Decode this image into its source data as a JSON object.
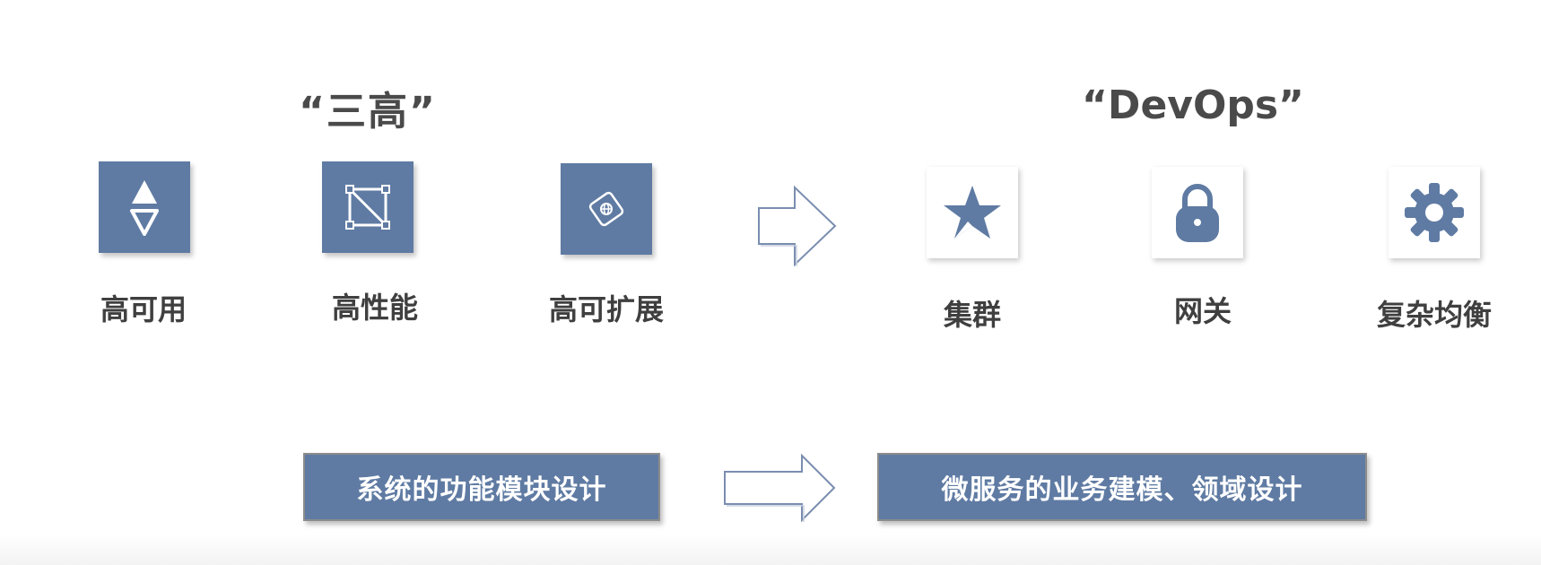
{
  "headings": {
    "three_highs": "“三高”",
    "devops": "“DevOps”"
  },
  "left_items": [
    {
      "label": "高可用",
      "icon": "up-down-triangles-icon"
    },
    {
      "label": "高性能",
      "icon": "crop-frame-icon"
    },
    {
      "label": "高可扩展",
      "icon": "tag-globe-icon"
    }
  ],
  "right_items": [
    {
      "label": "集群",
      "icon": "star-icon"
    },
    {
      "label": "网关",
      "icon": "lock-icon"
    },
    {
      "label": "复杂均衡",
      "icon": "gear-icon"
    }
  ],
  "banners": {
    "left": "系统的功能模块设计",
    "right": "微服务的业务建模、领域设计"
  },
  "colors": {
    "accent": "#5f7ba3",
    "text": "#3f3f3f",
    "arrow_outline": "#7a8db0"
  }
}
